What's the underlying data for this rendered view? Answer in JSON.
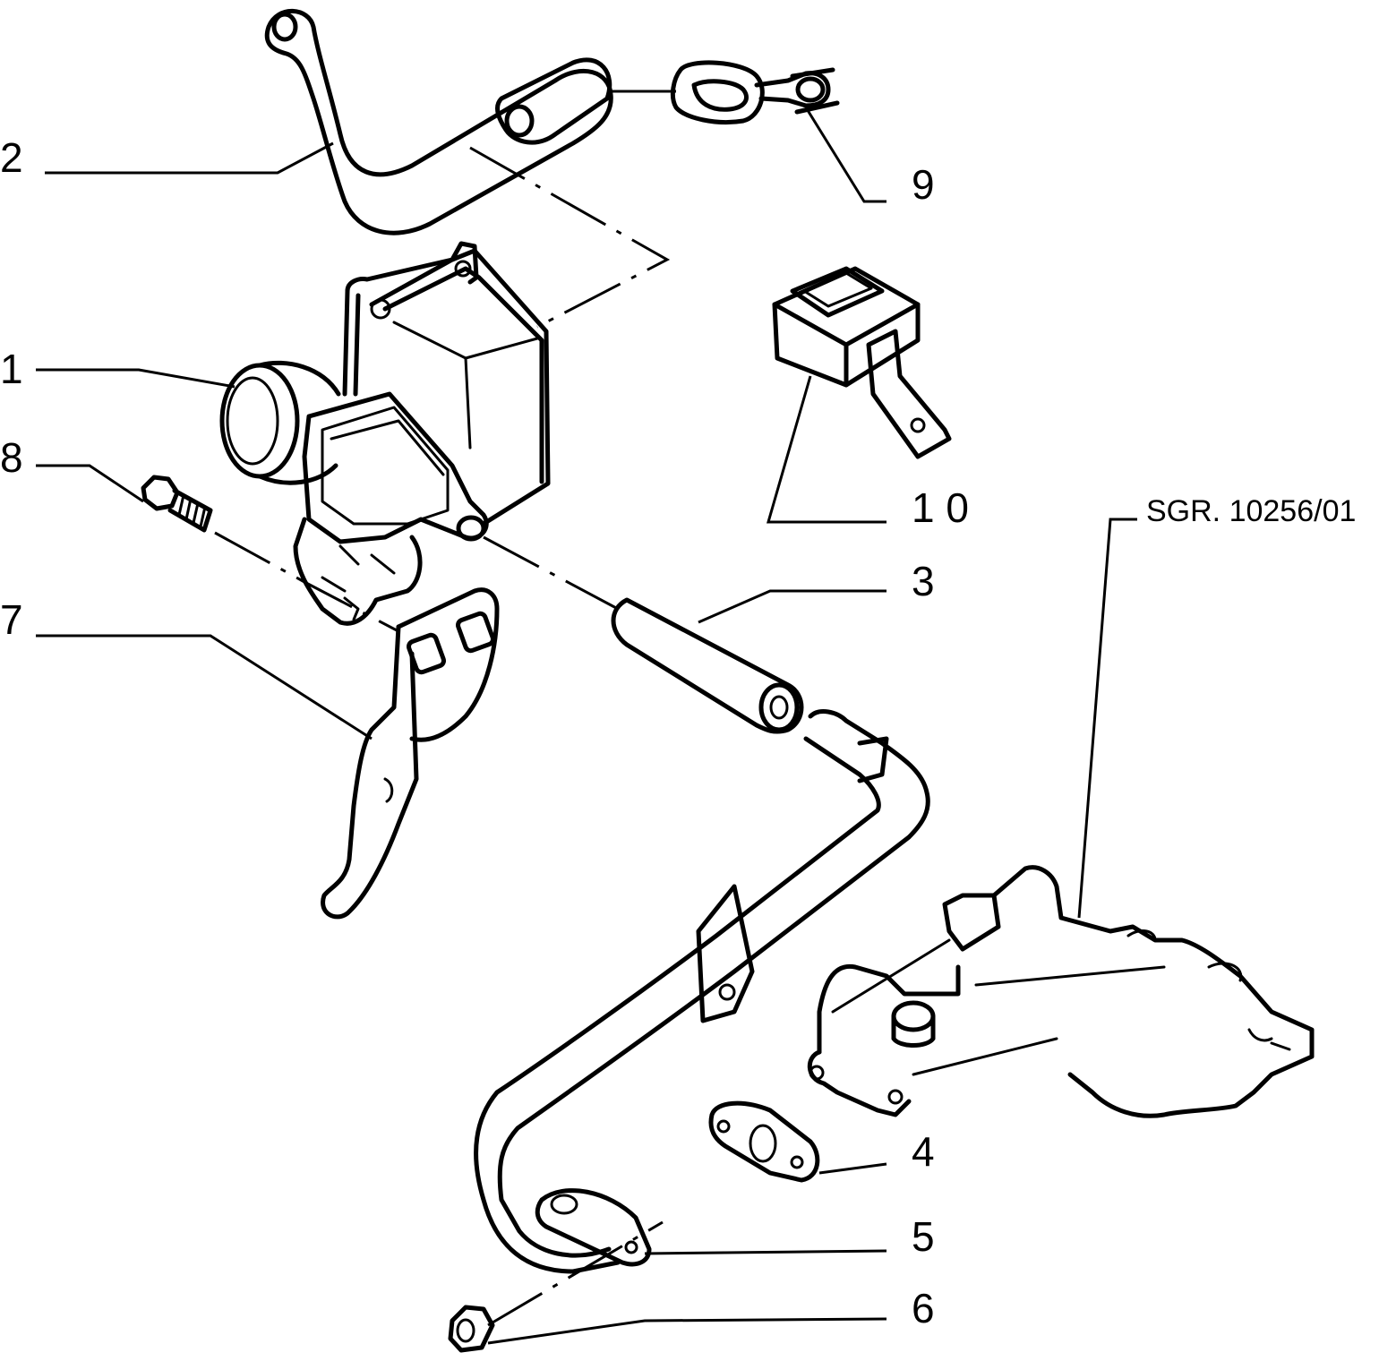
{
  "reference_code": "SGR. 10256/01",
  "callouts": [
    {
      "id": "1",
      "label": "1"
    },
    {
      "id": "2",
      "label": "2"
    },
    {
      "id": "3",
      "label": "3"
    },
    {
      "id": "4",
      "label": "4"
    },
    {
      "id": "5",
      "label": "5"
    },
    {
      "id": "6",
      "label": "6"
    },
    {
      "id": "7",
      "label": "7"
    },
    {
      "id": "8",
      "label": "8"
    },
    {
      "id": "9",
      "label": "9"
    },
    {
      "id": "10",
      "label": "1 0"
    }
  ],
  "colors": {
    "ink": "#000000",
    "paper": "#ffffff"
  }
}
